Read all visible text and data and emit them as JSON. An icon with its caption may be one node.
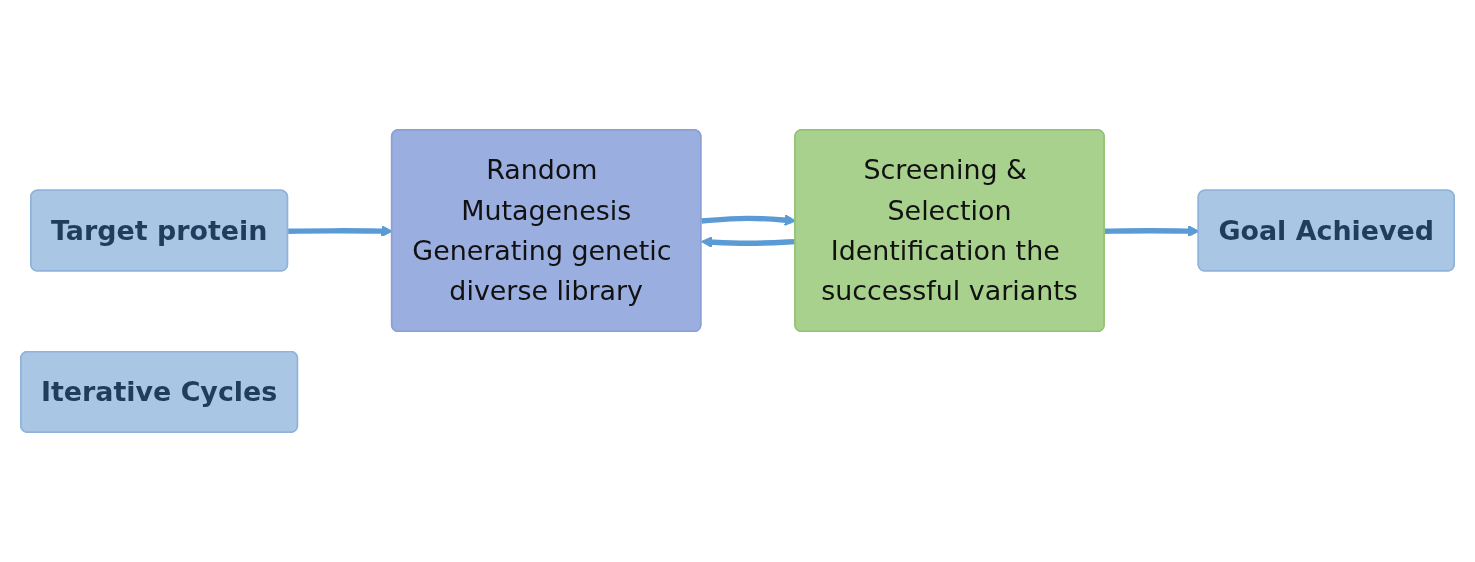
{
  "diagram": {
    "nodes": [
      {
        "text": [
          "Target protein"
        ]
      },
      {
        "text": [
          "Random Mutagenesis",
          "Generating genetic diverse library"
        ]
      },
      {
        "text": [
          "Screening & Selection",
          "Identification the successful variants"
        ]
      },
      {
        "text": [
          "Goal Achieved"
        ]
      },
      {
        "text": [
          "Iterative Cycles"
        ]
      }
    ],
    "edges": [
      {
        "from": 0,
        "to": 1,
        "arrow": "to"
      },
      {
        "from": 1,
        "to": 2,
        "arrow": "to"
      },
      {
        "from": 2,
        "to": 3,
        "arrow": "to"
      },
      {
        "from": 2,
        "to": 1,
        "arrow": "to"
      }
    ]
  }
}
